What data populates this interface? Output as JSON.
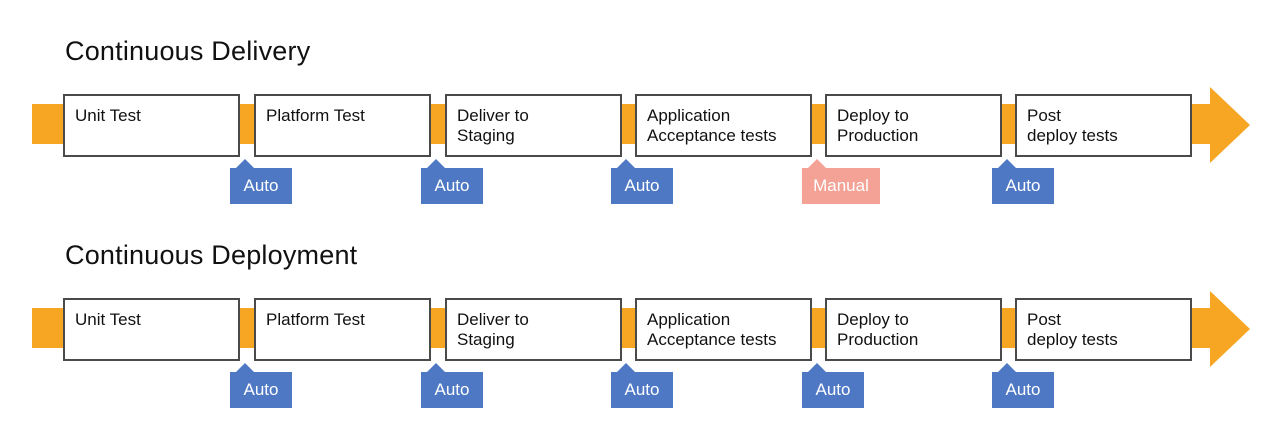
{
  "colors": {
    "flow": "#f6a623",
    "auto": "#4e78c4",
    "manual": "#f3a295",
    "stage_border": "#4a4a4a"
  },
  "pipelines": [
    {
      "title": "Continuous Delivery",
      "stages": [
        "Unit Test",
        "Platform Test",
        "Deliver to\nStaging",
        "Application\nAcceptance tests",
        "Deploy to\nProduction",
        "Post\ndeploy tests"
      ],
      "gates": [
        {
          "label": "Auto",
          "kind": "auto"
        },
        {
          "label": "Auto",
          "kind": "auto"
        },
        {
          "label": "Auto",
          "kind": "auto"
        },
        {
          "label": "Manual",
          "kind": "manual"
        },
        {
          "label": "Auto",
          "kind": "auto"
        }
      ]
    },
    {
      "title": "Continuous Deployment",
      "stages": [
        "Unit Test",
        "Platform Test",
        "Deliver to\nStaging",
        "Application\nAcceptance tests",
        "Deploy to\nProduction",
        "Post\ndeploy tests"
      ],
      "gates": [
        {
          "label": "Auto",
          "kind": "auto"
        },
        {
          "label": "Auto",
          "kind": "auto"
        },
        {
          "label": "Auto",
          "kind": "auto"
        },
        {
          "label": "Auto",
          "kind": "auto"
        },
        {
          "label": "Auto",
          "kind": "auto"
        }
      ]
    }
  ]
}
